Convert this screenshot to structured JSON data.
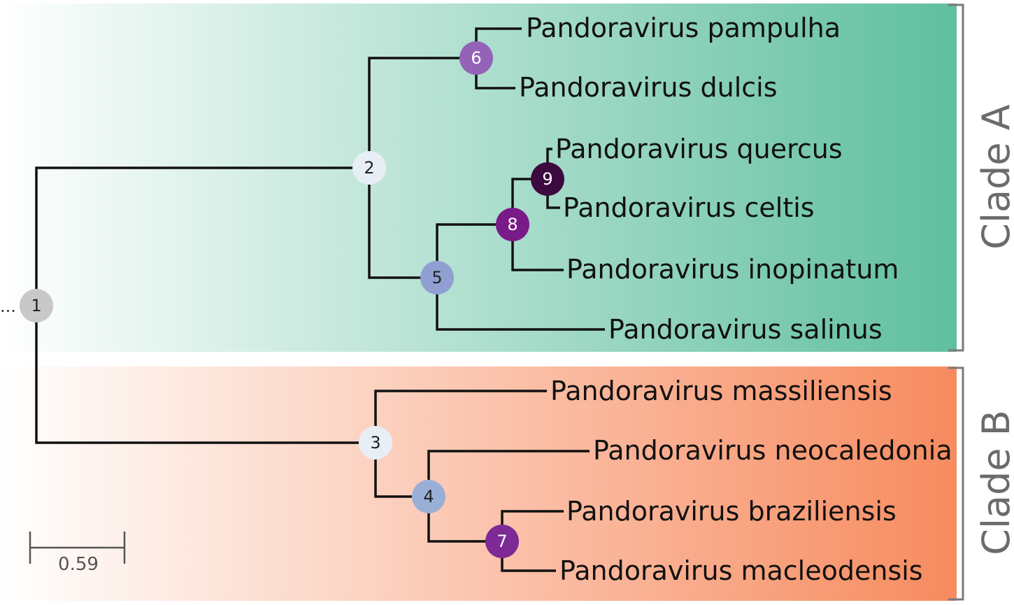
{
  "clades": [
    {
      "label": "Clade A",
      "color": "#5fbf9f"
    },
    {
      "label": "Clade B",
      "color": "#f78b5f"
    }
  ],
  "leaves": [
    "Pandoravirus pampulha",
    "Pandoravirus dulcis",
    "Pandoravirus quercus",
    "Pandoravirus celtis",
    "Pandoravirus inopinatum",
    "Pandoravirus salinus",
    "Pandoravirus massiliensis",
    "Pandoravirus neocaledonia",
    "Pandoravirus braziliensis",
    "Pandoravirus macleodensis"
  ],
  "nodes": [
    {
      "label": "1",
      "color": "#c8c8c8",
      "text_color": "#222222"
    },
    {
      "label": "2",
      "color": "#e8eef6",
      "text_color": "#222222"
    },
    {
      "label": "3",
      "color": "#e8eef6",
      "text_color": "#222222"
    },
    {
      "label": "4",
      "color": "#9aafd6",
      "text_color": "#222222"
    },
    {
      "label": "5",
      "color": "#8f9fd1",
      "text_color": "#222222"
    },
    {
      "label": "6",
      "color": "#9363b7",
      "text_color": "#ffffff"
    },
    {
      "label": "7",
      "color": "#7d2a96",
      "text_color": "#ffffff"
    },
    {
      "label": "8",
      "color": "#7a1a88",
      "text_color": "#ffffff"
    },
    {
      "label": "9",
      "color": "#3d0a40",
      "text_color": "#ffffff"
    }
  ],
  "root_ellipsis": "...",
  "scale_bar": {
    "label": "0.59"
  }
}
